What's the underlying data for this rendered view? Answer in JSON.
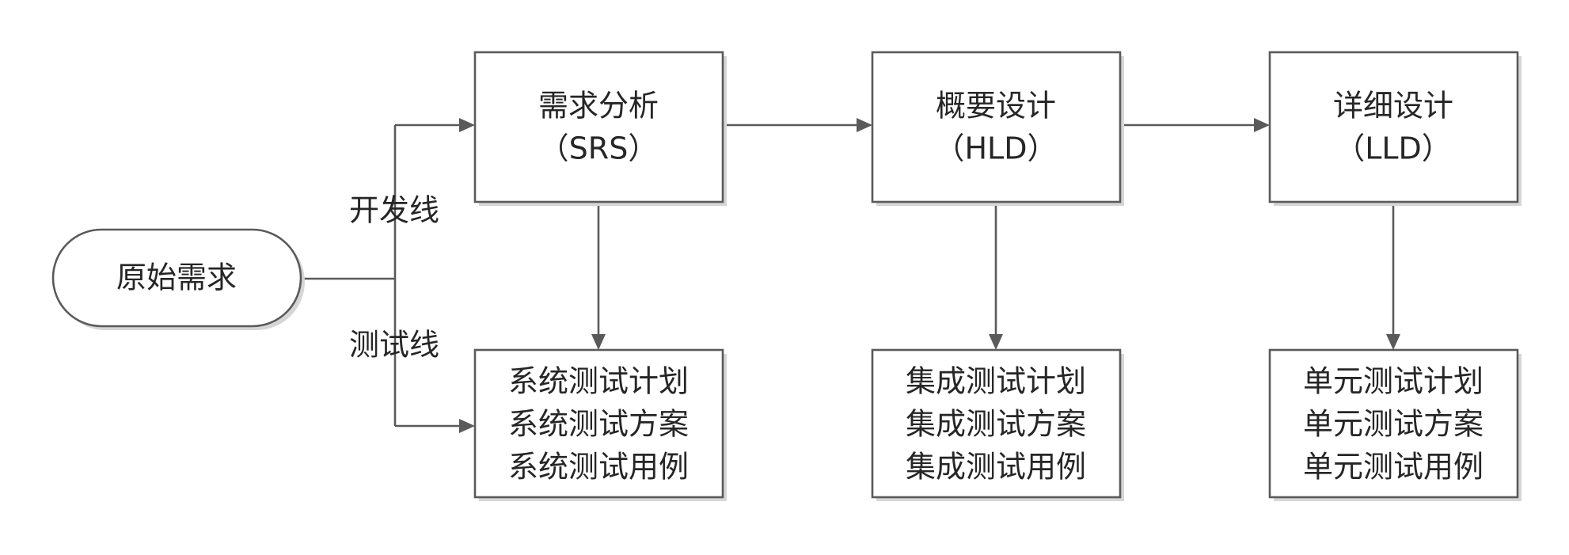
{
  "diagram": {
    "start": {
      "label": "原始需求"
    },
    "branches": {
      "dev": "开发线",
      "test": "测试线"
    },
    "stages": [
      {
        "title": "需求分析",
        "code": "（SRS）",
        "tests": [
          "系统测试计划",
          "系统测试方案",
          "系统测试用例"
        ]
      },
      {
        "title": "概要设计",
        "code": "（HLD）",
        "tests": [
          "集成测试计划",
          "集成测试方案",
          "集成测试用例"
        ]
      },
      {
        "title": "详细设计",
        "code": "（LLD）",
        "tests": [
          "单元测试计划",
          "单元测试方案",
          "单元测试用例"
        ]
      }
    ]
  }
}
